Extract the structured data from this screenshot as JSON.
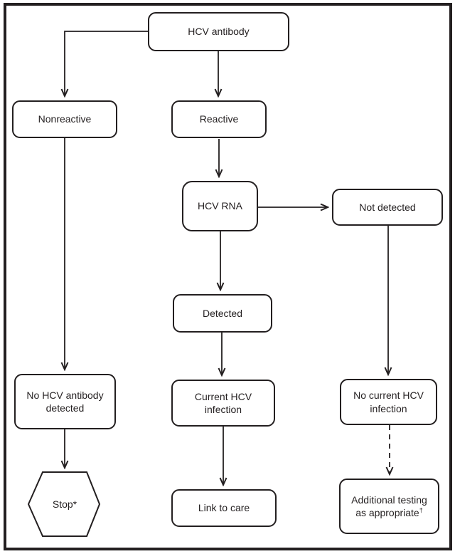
{
  "figure": {
    "kind": "flowchart",
    "background": "#ffffff",
    "line_color": "#231f20"
  },
  "nodes": {
    "hcv_antibody": {
      "label": "HCV antibody"
    },
    "nonreactive": {
      "label": "Nonreactive"
    },
    "reactive": {
      "label": "Reactive"
    },
    "hcv_rna": {
      "label": "HCV RNA"
    },
    "not_detected": {
      "label": "Not detected"
    },
    "detected": {
      "label": "Detected"
    },
    "no_hcv_antibody": {
      "line1": "No HCV antibody",
      "line2": "detected"
    },
    "current_hcv_infection": {
      "line1": "Current HCV",
      "line2": "infection"
    },
    "no_current_hcv_infection": {
      "line1": "No current HCV",
      "line2": "infection"
    },
    "stop": {
      "label": "Stop*"
    },
    "link_to_care": {
      "label": "Link to care"
    },
    "additional_testing": {
      "line1": "Additional testing",
      "line2": "as appropriate",
      "superscript": "†"
    }
  },
  "edges": [
    {
      "from": "HCV antibody",
      "to": "Nonreactive",
      "style": "solid"
    },
    {
      "from": "HCV antibody",
      "to": "Reactive",
      "style": "solid"
    },
    {
      "from": "Reactive",
      "to": "HCV RNA",
      "style": "solid"
    },
    {
      "from": "HCV RNA",
      "to": "Not detected",
      "style": "solid"
    },
    {
      "from": "HCV RNA",
      "to": "Detected",
      "style": "solid"
    },
    {
      "from": "Detected",
      "to": "Current HCV infection",
      "style": "solid"
    },
    {
      "from": "Current HCV infection",
      "to": "Link to care",
      "style": "solid"
    },
    {
      "from": "Nonreactive",
      "to": "No HCV antibody detected",
      "style": "solid"
    },
    {
      "from": "No HCV antibody detected",
      "to": "Stop*",
      "style": "solid"
    },
    {
      "from": "Not detected",
      "to": "No current HCV infection",
      "style": "solid"
    },
    {
      "from": "No current HCV infection",
      "to": "Additional testing as appropriate†",
      "style": "dashed"
    }
  ]
}
